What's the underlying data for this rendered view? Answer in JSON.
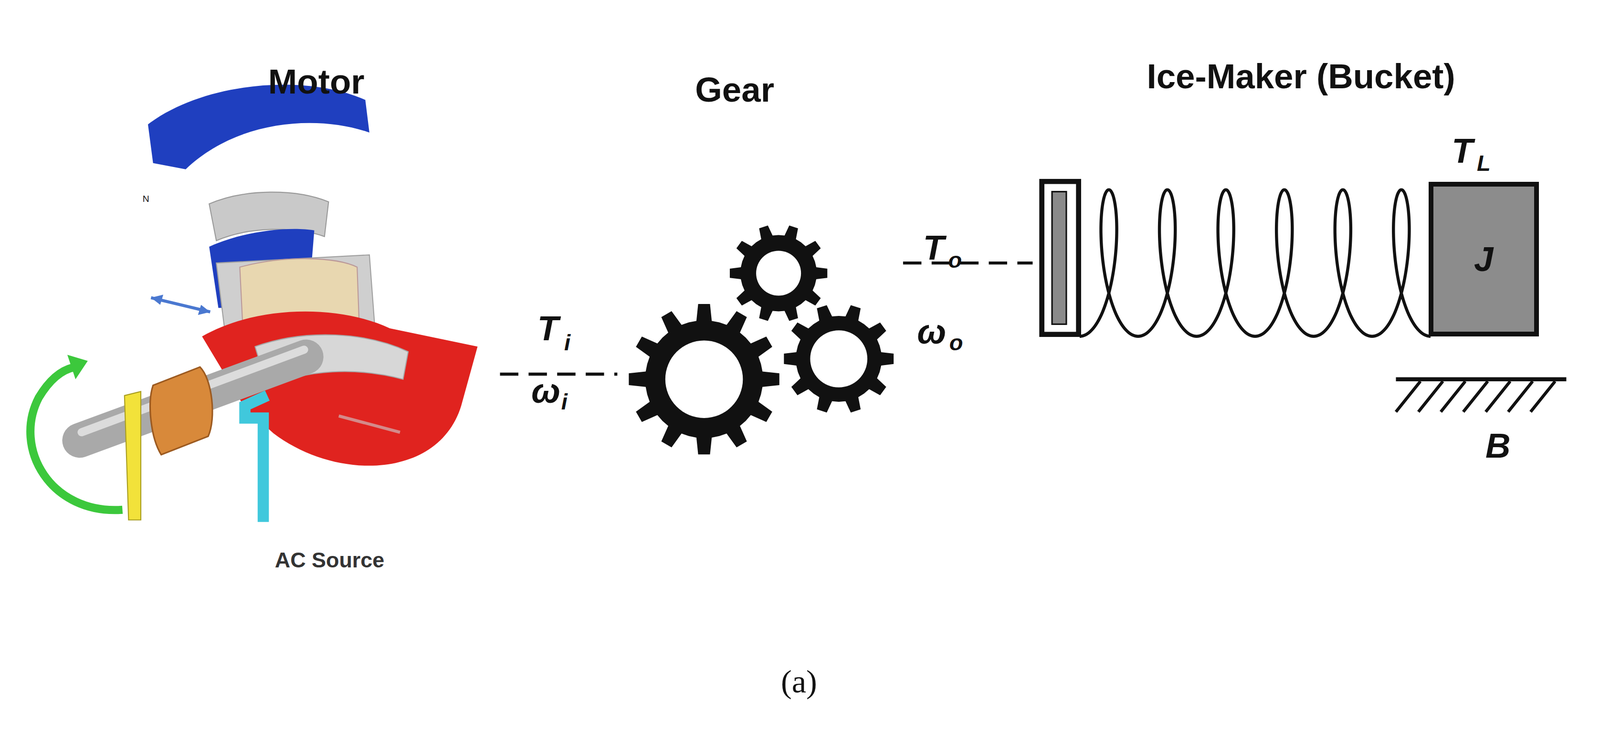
{
  "diagram": {
    "caption": "(a)",
    "nodes": [
      {
        "text": [
          "J"
        ]
      }
    ],
    "labels": [
      "Motor",
      "Gear",
      "Ice-Maker (Bucket)",
      "N",
      "AC Source",
      "T",
      "i",
      "ω",
      "i",
      "T",
      "o",
      "ω",
      "o",
      "T",
      "L",
      "B"
    ]
  }
}
